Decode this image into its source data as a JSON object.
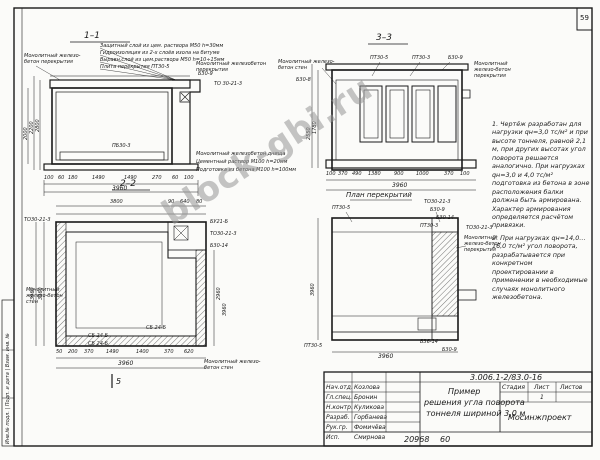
{
  "sheet_number": "59",
  "watermark": "block-gbi.ru",
  "section_1_1": {
    "title": "1–1",
    "layers": [
      "Защитный слой из цем. раствора М50 h=30мм",
      "Гидроизоляция из 2-х слоёв изола на битуме",
      "Выравн.слой из цем.раствора М50 h=10÷15мм",
      "Плита перекрытия ПТ30-5"
    ],
    "left_label": "Монолитный железо-бетон перекрытия",
    "right_label_1": "Монолитный железобетон перекрытия",
    "right_label_2": "ТО 30-21-3",
    "mid_label": "Б30-9",
    "slab_label": "ПБ30-3",
    "height_1": "2000",
    "height_2": "2200",
    "height_3": "2800",
    "bottom_dims": [
      "100",
      "60",
      "180",
      "1490",
      "1490",
      "270",
      "60",
      "100"
    ],
    "total_width": "3960",
    "bottom_layers": [
      "Монолитный железобетон днища",
      "Цементный раствор М100 h=20мм",
      "Подготовка из бетона М100 h=100мм"
    ]
  },
  "section_2_2": {
    "title": "2–2",
    "dims_top": [
      "3800",
      "90",
      "640",
      "80"
    ],
    "tags": [
      "ТО30-21-3",
      "ТО30-21-3",
      "БУ21-Б",
      "Б30-14"
    ],
    "monolith_label": "Монолитный железо-бетон стен",
    "right_dims": [
      "2960",
      "3960"
    ],
    "left_dims": [
      "3960",
      "3960"
    ],
    "bottom_tags": [
      "СБ 24-Б",
      "СБ 24-Б",
      "СБ 24-Б"
    ],
    "bottom_dims": [
      "50",
      "200",
      "370",
      "1490",
      "1400",
      "370",
      "620"
    ],
    "total_width": "3960",
    "bottom_label": "Монолитный железо-бетон стен",
    "cut_mark": "5"
  },
  "section_3_3": {
    "title": "3–3",
    "tags": [
      "ПТ30-5",
      "ПТ30-3",
      "Б30-9"
    ],
    "left_label": "Монолитный железо-бетон стен",
    "left_label_2": "Б30-8",
    "right_label": "Монолитный железо-бетон перекрытия",
    "height_1": "2550",
    "height_2": "1780",
    "bottom_dims": [
      "100",
      "370",
      "490",
      "1380",
      "900",
      "1000",
      "370",
      "100"
    ],
    "total_width": "3960"
  },
  "plan": {
    "title": "План перекрытий",
    "tags": [
      "ПТ30-5",
      "ТО30-21-3",
      "Б30-9",
      "Б30-14",
      "ПТ30-3"
    ],
    "right_tag": "ТО30-21-3",
    "right_label": "Монолитный железо-бетон перекрытия",
    "left_dim": "3960",
    "bottom_tag_left": "ПТ30-5",
    "bottom_tag_right": "Б36-14",
    "bottom_tag_right2": "Б30-9",
    "bottom_dim": "3960"
  },
  "notes": [
    "1. Чертёж разработан для нагрузки qн=3,0 тс/м² и при высоте тоннеля, равной 2,1 м, при других высотах угол поворота решается аналогично. При нагрузках qн=3,0 и 4,0 тс/м² подготовка из бетона в зоне расположения балки должна быть армирована. Характер армирования определяется расчётом привязки.",
    "2. При нагрузках qн=14,0…16,0 тс/м² угол поворота, разрабатывается при конкретном проектировании в применении в необходимые случаях монолитного железобетона."
  ],
  "title_block": {
    "roles": [
      "Нач.отд.",
      "Гл.спец.",
      "Н.контр.",
      "Разраб.",
      "Рук.гр.",
      "Исп."
    ],
    "names": [
      "Козлова",
      "Бронин",
      "Куликова",
      "Горбанева",
      "Фомичёва",
      "Смирнова"
    ],
    "code": "3.006.1-2/83.0-16",
    "title_line_1": "Пример",
    "title_line_2": "решения угла поворота",
    "title_line_3": "тоннеля шириной 3,0 м",
    "col_stage": "Стадия",
    "col_sheet": "Лист",
    "col_sheets": "Листов",
    "val_sheet": "1",
    "organization": "Мосинжпроект"
  },
  "side_strip": "Инв.№ подл. | Подп. и дата | Взам. инв. №",
  "footer_number": "20968",
  "footer_sheet": "60",
  "colors": {
    "ink": "#1a1a1a",
    "paper": "#fbfbf9",
    "watermark": "#969696"
  }
}
